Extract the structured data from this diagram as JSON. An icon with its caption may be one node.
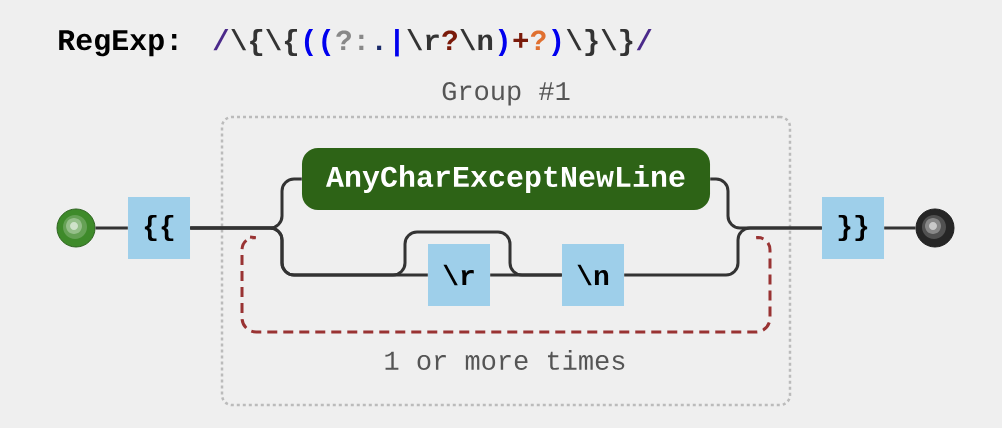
{
  "diagram": {
    "title": "RegExp:",
    "nodes": [
      {
        "text": [
          "Group #1"
        ]
      },
      {
        "text": [
          "1 or more times"
        ],
        "in": 0
      },
      {
        "text": [],
        "shape": "circle"
      },
      {
        "text": [
          "{{"
        ]
      },
      {
        "text": [
          "AnyCharExceptNewLine"
        ],
        "in": 0
      },
      {
        "text": [
          "\\r"
        ],
        "in": 1
      },
      {
        "text": [
          "\\n"
        ],
        "in": 1
      },
      {
        "text": [
          "}}"
        ]
      },
      {
        "text": [],
        "shape": "circle"
      }
    ],
    "edges": [
      {
        "from": 2,
        "to": 3,
        "arrow": "none"
      },
      {
        "from": 3,
        "to": 4,
        "arrow": "none"
      },
      {
        "from": 3,
        "to": 5,
        "arrow": "none"
      },
      {
        "from": 5,
        "to": 6,
        "arrow": "none"
      },
      {
        "from": 3,
        "to": 6,
        "arrow": "none"
      },
      {
        "from": 4,
        "to": 7,
        "arrow": "none"
      },
      {
        "from": 6,
        "to": 7,
        "arrow": "none"
      },
      {
        "from": 7,
        "to": 8,
        "arrow": "none"
      }
    ],
    "labels": [
      "/",
      "\\{\\{",
      "((",
      "?:",
      ".",
      "|",
      "\\r",
      "?",
      "\\n",
      ")",
      "+",
      "?",
      ")",
      "\\}\\}",
      "/"
    ]
  }
}
